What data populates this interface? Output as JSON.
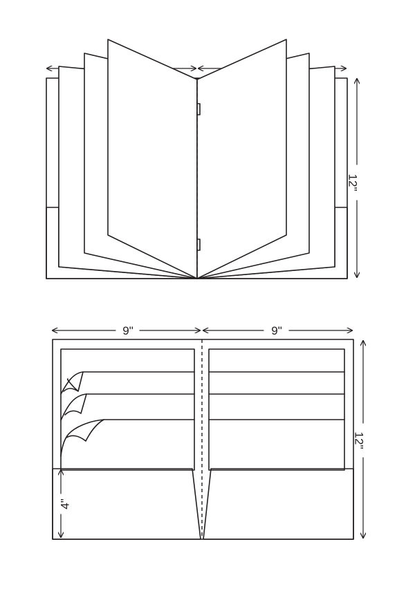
{
  "colors": {
    "pocket": "#fcb316",
    "stroke": "#231f20",
    "paper": "#ffffff"
  },
  "top_view": {
    "height_label": "12\""
  },
  "bottom_view": {
    "left_width_label": "9\"",
    "right_width_label": "9\"",
    "height_label": "12\"",
    "pocket_height_label": "4\""
  }
}
